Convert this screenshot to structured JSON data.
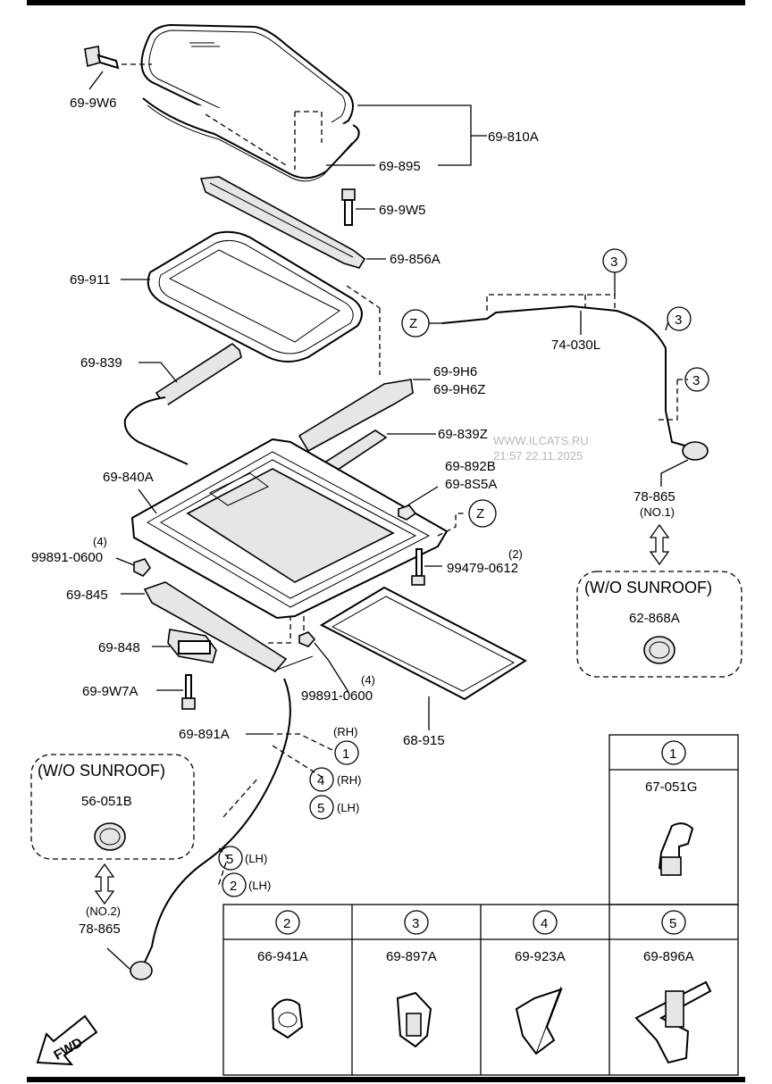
{
  "watermark": {
    "site": "WWW.ILCATS.RU",
    "stamp": "21:57 22.11.2025"
  },
  "direction_label": "FWD",
  "markers": {
    "z": "Z"
  },
  "parts": {
    "p699w6": "69-9W6",
    "p69810a": "69-810A",
    "p69895": "69-895",
    "p699w5": "69-9W5",
    "p69856a": "69-856A",
    "p69911": "69-911",
    "p69839": "69-839",
    "p699h6": "69-9H6",
    "p699h6z": "69-9H6Z",
    "p69839z": "69-839Z",
    "p74030l": "74-030L",
    "p69840a": "69-840A",
    "p69892b": "69-892B",
    "p698s5a": "69-8S5A",
    "p99891_0600_a": "99891-0600",
    "p99891_0600_a_qty": "(4)",
    "p99479": "99479-0612",
    "p99479_qty": "(2)",
    "p69845": "69-845",
    "p69848": "69-848",
    "p699w7a": "69-9W7A",
    "p99891_0600_b": "99891-0600",
    "p99891_0600_b_qty": "(4)",
    "p68915": "68-915",
    "p69891a": "69-891A",
    "p78865_a": "78-865",
    "p78865_a_note": "(NO.1)",
    "p78865_b": "78-865",
    "p78865_b_note": "(NO.2)"
  },
  "callouts": {
    "c1": "1",
    "c2": "2",
    "c3": "3",
    "c4": "4",
    "c5": "5",
    "rh": "(RH)",
    "lh": "(LH)"
  },
  "wo_sunroof_right": {
    "title": "(W/O SUNROOF)",
    "part": "62-868A"
  },
  "wo_sunroof_left": {
    "title": "(W/O SUNROOF)",
    "part": "56-051B"
  },
  "legend": {
    "cells": [
      {
        "num": "1",
        "part": "67-051G"
      },
      {
        "num": "2",
        "part": "66-941A"
      },
      {
        "num": "3",
        "part": "69-897A"
      },
      {
        "num": "4",
        "part": "69-923A"
      },
      {
        "num": "5",
        "part": "69-896A"
      }
    ]
  }
}
